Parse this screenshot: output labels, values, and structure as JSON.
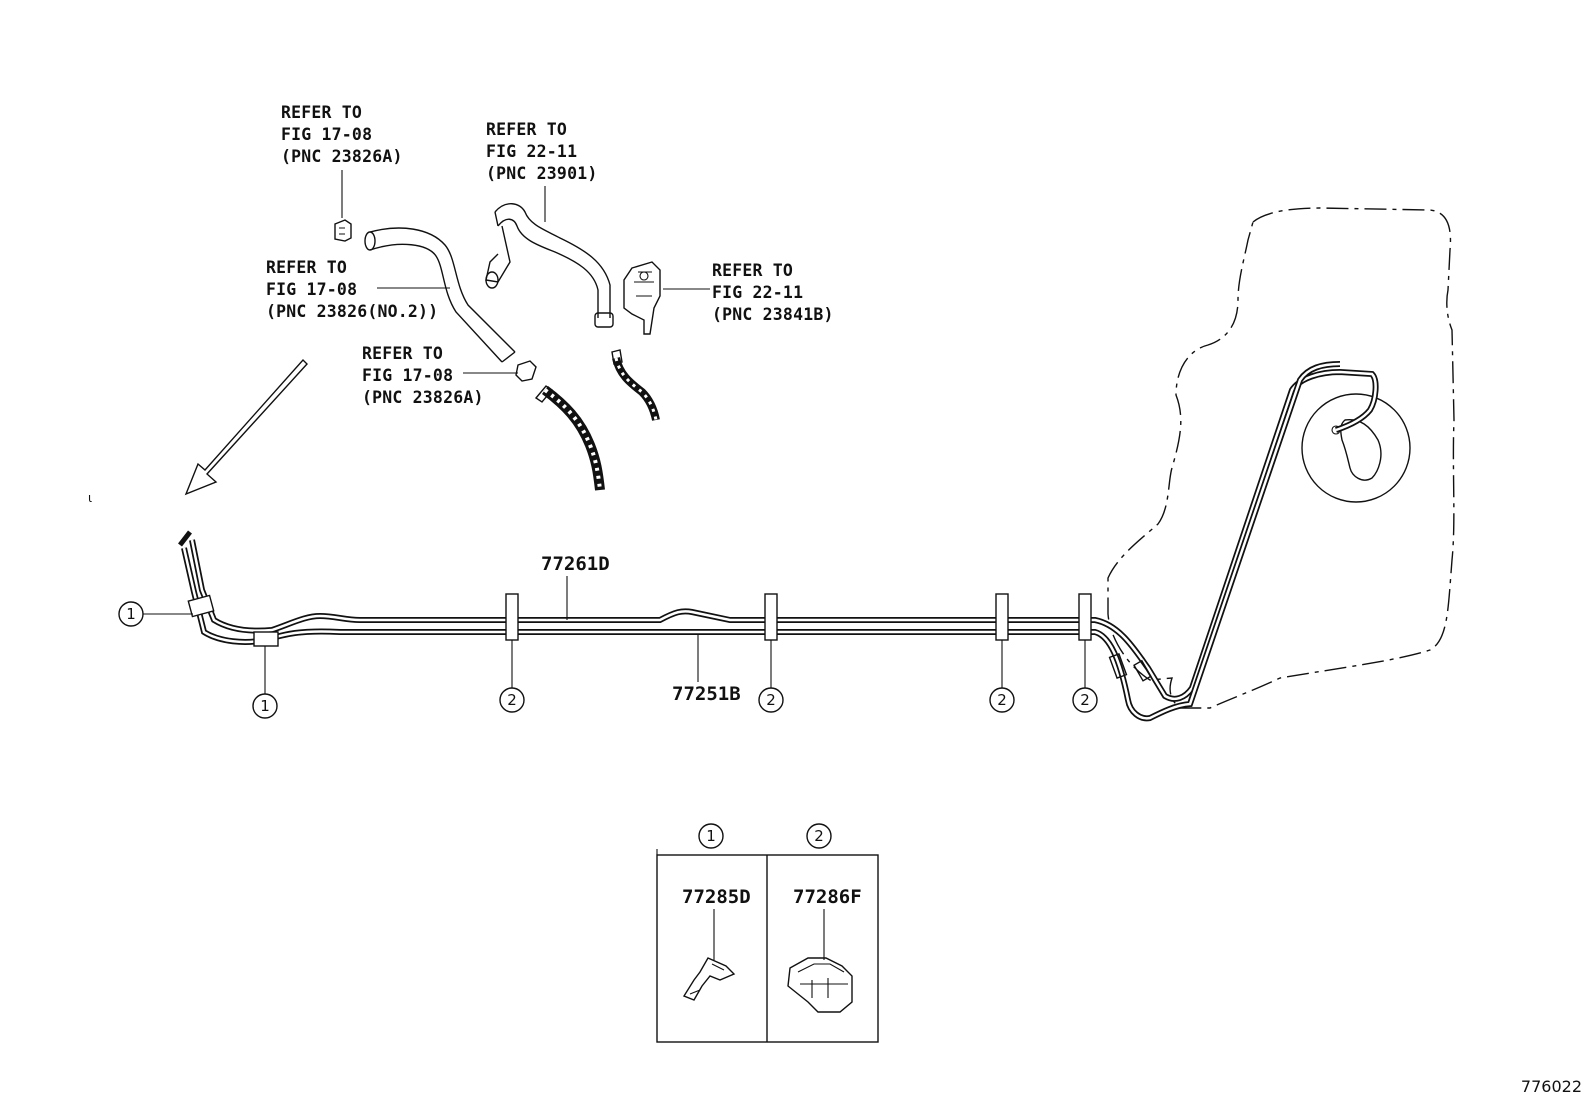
{
  "refs": [
    {
      "line1": "REFER TO",
      "line2": "FIG 17-08",
      "line3": "(PNC 23826A)"
    },
    {
      "line1": "REFER TO",
      "line2": "FIG 22-11",
      "line3": "(PNC 23901)"
    },
    {
      "line1": "REFER TO",
      "line2": "FIG 17-08",
      "line3": "(PNC 23826(NO.2))"
    },
    {
      "line1": "REFER TO",
      "line2": "FIG 22-11",
      "line3": "(PNC 23841B)"
    },
    {
      "line1": "REFER TO",
      "line2": "FIG 17-08",
      "line3": "(PNC 23826A)"
    }
  ],
  "parts": {
    "tube_upper": "77261D",
    "tube_lower": "77251B",
    "clamp_1": "77285D",
    "clamp_2": "77286F"
  },
  "callouts": {
    "one": "1",
    "two": "2"
  },
  "figure_id": "776022"
}
